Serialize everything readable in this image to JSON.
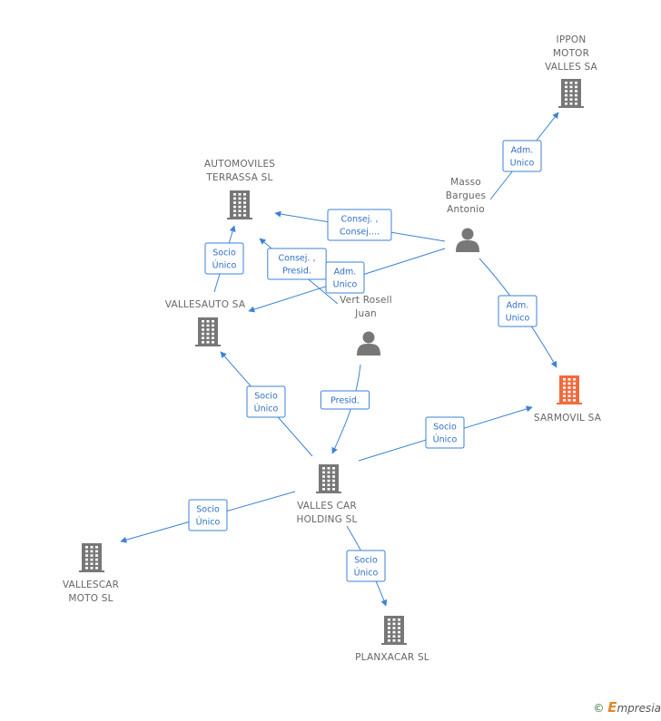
{
  "colors": {
    "company": "#777777",
    "company_highlight": "#f26a3d",
    "person": "#777777",
    "edge": "#3b82d6",
    "edge_text": "#2f6fc4",
    "label": "#666666"
  },
  "nodes": [
    {
      "id": "ippon",
      "type": "company",
      "icon": "building-icon",
      "lines": [
        "IPPON",
        "MOTOR",
        "VALLES SA"
      ]
    },
    {
      "id": "masso",
      "type": "person",
      "icon": "person-icon",
      "lines": [
        "Masso",
        "Bargues",
        "Antonio"
      ]
    },
    {
      "id": "automoviles",
      "type": "company",
      "icon": "building-icon",
      "lines": [
        "AUTOMOVILES",
        "TERRASSA  SL"
      ]
    },
    {
      "id": "vallesauto",
      "type": "company",
      "icon": "building-icon",
      "lines": [
        "VALLESAUTO SA"
      ]
    },
    {
      "id": "vert",
      "type": "person",
      "icon": "person-icon",
      "lines": [
        "Vert Rosell",
        "Juan"
      ]
    },
    {
      "id": "sarmovil",
      "type": "company",
      "icon": "building-icon",
      "highlight": true,
      "lines": [
        "SARMOVIL SA"
      ]
    },
    {
      "id": "vallescar",
      "type": "company",
      "icon": "building-icon",
      "lines": [
        "VALLES CAR",
        "HOLDING SL"
      ]
    },
    {
      "id": "vallescarmoto",
      "type": "company",
      "icon": "building-icon",
      "lines": [
        "VALLESCAR",
        "MOTO SL"
      ]
    },
    {
      "id": "planxacar",
      "type": "company",
      "icon": "building-icon",
      "lines": [
        "PLANXACAR SL"
      ]
    }
  ],
  "edges": [
    {
      "id": "masso-ippon",
      "lines": [
        "Adm.",
        "Unico"
      ]
    },
    {
      "id": "masso-automoviles",
      "lines": [
        "Consej. ,",
        "Consej...."
      ]
    },
    {
      "id": "vert-automoviles",
      "lines": [
        "Consej. ,",
        "Presid."
      ]
    },
    {
      "id": "masso-vallesauto",
      "lines": [
        "Adm.",
        "Unico"
      ]
    },
    {
      "id": "vallesauto-automoviles",
      "lines": [
        "Socio",
        "Único"
      ]
    },
    {
      "id": "masso-sarmovil",
      "lines": [
        "Adm.",
        "Unico"
      ]
    },
    {
      "id": "vert-vallescar",
      "lines": [
        "Presid."
      ]
    },
    {
      "id": "vallescar-vallesauto",
      "lines": [
        "Socio",
        "Único"
      ]
    },
    {
      "id": "vallescar-sarmovil",
      "lines": [
        "Socio",
        "Único"
      ]
    },
    {
      "id": "vallescar-vallescarmoto",
      "lines": [
        "Socio",
        "Único"
      ]
    },
    {
      "id": "vallescar-planxacar",
      "lines": [
        "Socio",
        "Único"
      ]
    }
  ],
  "footer": {
    "copyright": "©",
    "brand_initial": "E",
    "brand_rest": "mpresia"
  }
}
